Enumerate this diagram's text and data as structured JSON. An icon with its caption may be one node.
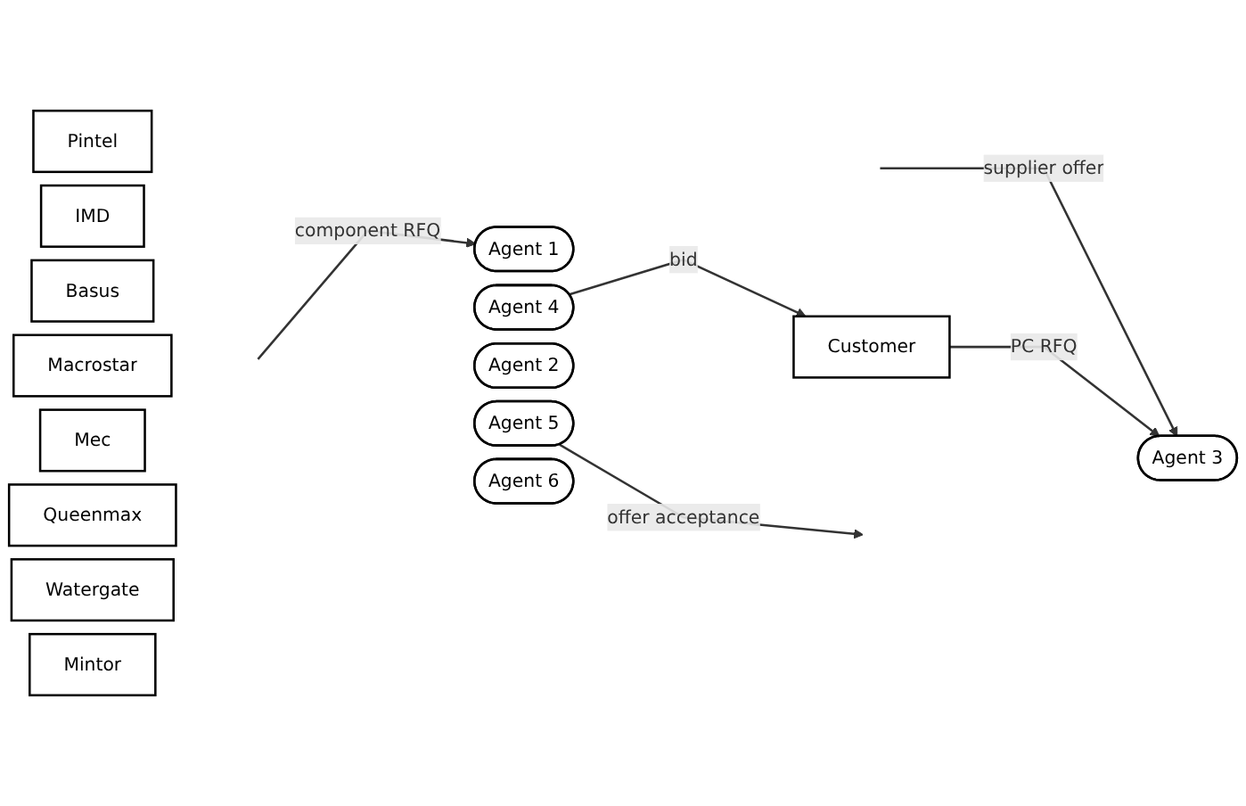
{
  "diagram": {
    "nodes": [
      {
        "text": [
          "Pintel"
        ]
      },
      {
        "text": [
          "IMD"
        ]
      },
      {
        "text": [
          "Basus"
        ]
      },
      {
        "text": [
          "Macrostar"
        ]
      },
      {
        "text": [
          "Mec"
        ]
      },
      {
        "text": [
          "Queenmax"
        ]
      },
      {
        "text": [
          "Watergate"
        ]
      },
      {
        "text": [
          "Mintor"
        ]
      },
      {
        "text": [
          "Agent 1"
        ]
      },
      {
        "text": [
          "Agent 2"
        ]
      },
      {
        "text": [
          "Agent 3"
        ]
      },
      {
        "text": [
          "Agent 4"
        ]
      },
      {
        "text": [
          "Agent 5"
        ]
      },
      {
        "text": [
          "Agent 6"
        ]
      },
      {
        "text": [
          "Customer"
        ]
      }
    ],
    "edges": [
      {
        "from": null,
        "to": 8,
        "arrow": "to",
        "label": "component RFQ"
      },
      {
        "from": null,
        "to": 10,
        "arrow": "to",
        "label": "supplier offer"
      },
      {
        "from": 14,
        "to": 10,
        "arrow": "to",
        "label": "PC RFQ"
      },
      {
        "from": 11,
        "to": 14,
        "arrow": "to",
        "label": "bid"
      },
      {
        "from": 12,
        "to": null,
        "arrow": "to",
        "label": "offer acceptance"
      }
    ]
  }
}
